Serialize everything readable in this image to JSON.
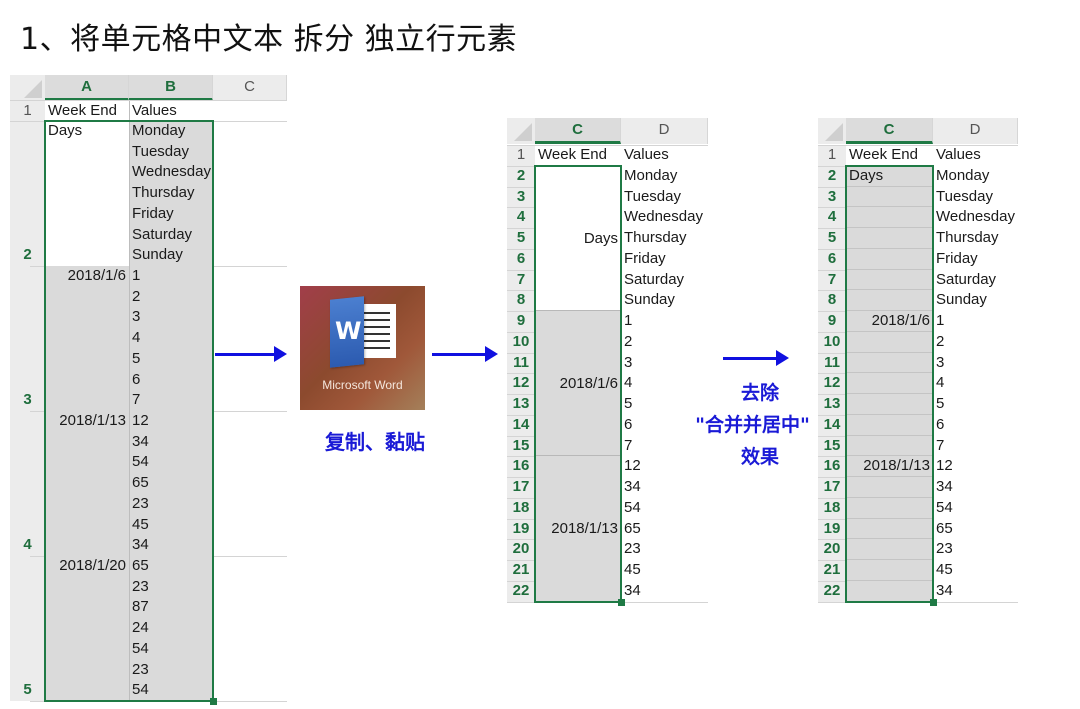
{
  "title": "1、将单元格中文本 拆分 独立行元素",
  "sheet1": {
    "corner": "",
    "columns": [
      "A",
      "B",
      "C"
    ],
    "rows": [
      "1",
      "2",
      "3",
      "4",
      "5"
    ],
    "header_row": {
      "A": "Week End",
      "B": "Values"
    },
    "groups": [
      {
        "label": "Days",
        "values": [
          "Monday",
          "Tuesday",
          "Wednesday",
          "Thursday",
          "Friday",
          "Saturday",
          "Sunday"
        ]
      },
      {
        "label": "2018/1/6",
        "values": [
          "1",
          "2",
          "3",
          "4",
          "5",
          "6",
          "7"
        ]
      },
      {
        "label": "2018/1/13",
        "values": [
          "12",
          "34",
          "54",
          "65",
          "23",
          "45",
          "34"
        ]
      },
      {
        "label": "2018/1/20",
        "values": [
          "65",
          "23",
          "87",
          "24",
          "54",
          "23",
          "54"
        ]
      }
    ]
  },
  "word_step": {
    "app_label": "Microsoft Word",
    "icon_letter": "W",
    "caption": "复制、黏贴"
  },
  "sheet2": {
    "columns": [
      "C",
      "D"
    ],
    "rows": [
      "1",
      "2",
      "3",
      "4",
      "5",
      "6",
      "7",
      "8",
      "9",
      "10",
      "11",
      "12",
      "13",
      "14",
      "15",
      "16",
      "17",
      "18",
      "19",
      "20",
      "21",
      "22"
    ],
    "header_row": {
      "C": "Week End",
      "D": "Values"
    },
    "merged": [
      {
        "label": "Days"
      },
      {
        "label": "2018/1/6"
      },
      {
        "label": "2018/1/13"
      }
    ],
    "values": [
      "Monday",
      "Tuesday",
      "Wednesday",
      "Thursday",
      "Friday",
      "Saturday",
      "Sunday",
      "1",
      "2",
      "3",
      "4",
      "5",
      "6",
      "7",
      "12",
      "34",
      "54",
      "65",
      "23",
      "45",
      "34"
    ]
  },
  "unmerge_step": {
    "line1": "去除",
    "line2": "\"合并并居中\"",
    "line3": "效果"
  },
  "sheet3": {
    "columns": [
      "C",
      "D"
    ],
    "rows": [
      "1",
      "2",
      "3",
      "4",
      "5",
      "6",
      "7",
      "8",
      "9",
      "10",
      "11",
      "12",
      "13",
      "14",
      "15",
      "16",
      "17",
      "18",
      "19",
      "20",
      "21",
      "22"
    ],
    "header_row": {
      "C": "Week End",
      "D": "Values"
    },
    "labels": [
      "Days",
      "",
      "",
      "",
      "",
      "",
      "",
      "2018/1/6",
      "",
      "",
      "",
      "",
      "",
      "",
      "2018/1/13",
      "",
      "",
      "",
      "",
      "",
      ""
    ],
    "values": [
      "Monday",
      "Tuesday",
      "Wednesday",
      "Thursday",
      "Friday",
      "Saturday",
      "Sunday",
      "1",
      "2",
      "3",
      "4",
      "5",
      "6",
      "7",
      "12",
      "34",
      "54",
      "65",
      "23",
      "45",
      "34"
    ]
  },
  "colors": {
    "selection_green": "#1f7a45",
    "arrow_blue": "#1010e0",
    "label_blue": "#1a1ad6"
  }
}
